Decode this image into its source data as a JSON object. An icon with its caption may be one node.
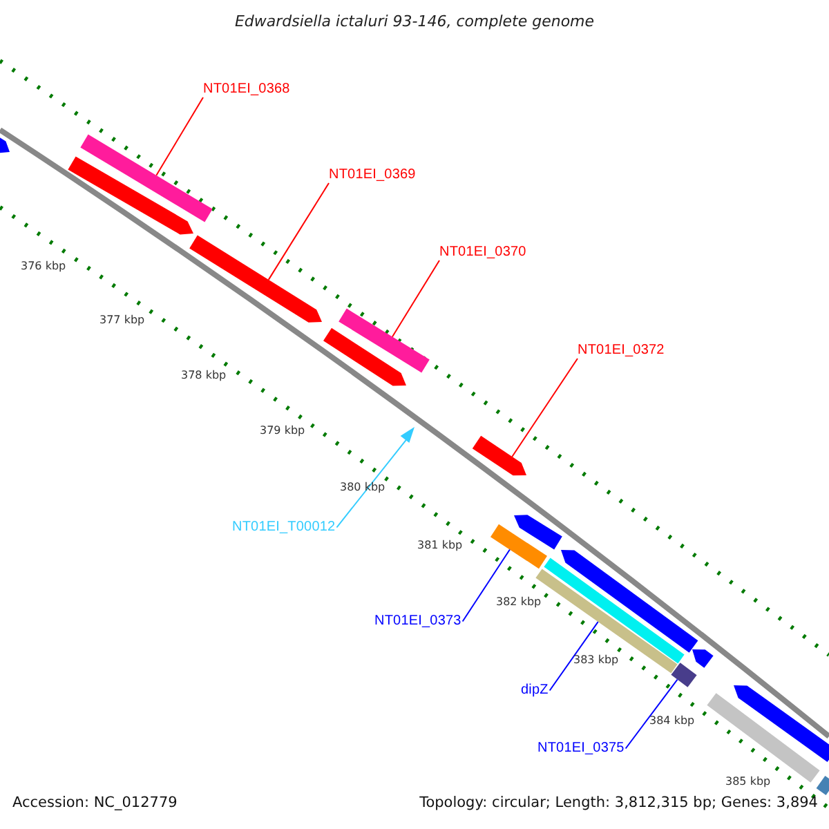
{
  "diagram": {
    "title": "Edwardsiella ictaluri 93-146, complete genome",
    "nodes": [
      {
        "text": [
          "NT01EI_0368"
        ]
      },
      {
        "text": [
          "NT01EI_0369"
        ]
      },
      {
        "text": [
          "NT01EI_0370"
        ]
      },
      {
        "text": [
          "NT01EI_0372"
        ]
      },
      {
        "text": [
          "NT01EI_T00012"
        ]
      },
      {
        "text": [
          "NT01EI_0373"
        ]
      },
      {
        "text": [
          "dipZ"
        ]
      },
      {
        "text": [
          "NT01EI_0375"
        ]
      },
      {
        "text": [],
        "shape": "arrow"
      },
      {
        "text": [],
        "shape": "arrow"
      },
      {
        "text": [],
        "shape": "bar"
      },
      {
        "text": [],
        "shape": "arrow"
      },
      {
        "text": [],
        "shape": "arrow"
      },
      {
        "text": [],
        "shape": "bar"
      },
      {
        "text": [],
        "shape": "triangle"
      },
      {
        "text": [],
        "shape": "arrow"
      },
      {
        "text": [],
        "shape": "bar"
      },
      {
        "text": [],
        "shape": "arrow"
      },
      {
        "text": [],
        "shape": "bar"
      },
      {
        "text": [],
        "shape": "bar"
      },
      {
        "text": [],
        "shape": "arrow"
      },
      {
        "text": [],
        "shape": "bar"
      },
      {
        "text": [],
        "shape": "arrow"
      },
      {
        "text": [],
        "shape": "bar"
      },
      {
        "text": [],
        "shape": "arrow"
      },
      {
        "text": [],
        "shape": "bar"
      }
    ],
    "edges": [
      {
        "from": 0,
        "to": 10,
        "arrow": "none"
      },
      {
        "from": 1,
        "to": 11,
        "arrow": "none"
      },
      {
        "from": 2,
        "to": 13,
        "arrow": "none"
      },
      {
        "from": 3,
        "to": 15,
        "arrow": "none"
      },
      {
        "from": 4,
        "to": 14,
        "arrow": "none",
        "color": "#33ccff"
      },
      {
        "from": 5,
        "to": 16,
        "arrow": "none",
        "color": "#0000ff"
      },
      {
        "from": 6,
        "to": 18,
        "arrow": "none",
        "color": "#0000ff"
      },
      {
        "from": 7,
        "to": 21,
        "arrow": "none",
        "color": "#0000ff"
      }
    ],
    "labels": [
      "376 kbp",
      "377 kbp",
      "378 kbp",
      "379 kbp",
      "380 kbp",
      "381 kbp",
      "382 kbp",
      "383 kbp",
      "384 kbp",
      "385 kbp",
      "Accession: NC_012779",
      "Topology: circular; Length: 3,812,315 bp; Genes: 3,894"
    ]
  }
}
